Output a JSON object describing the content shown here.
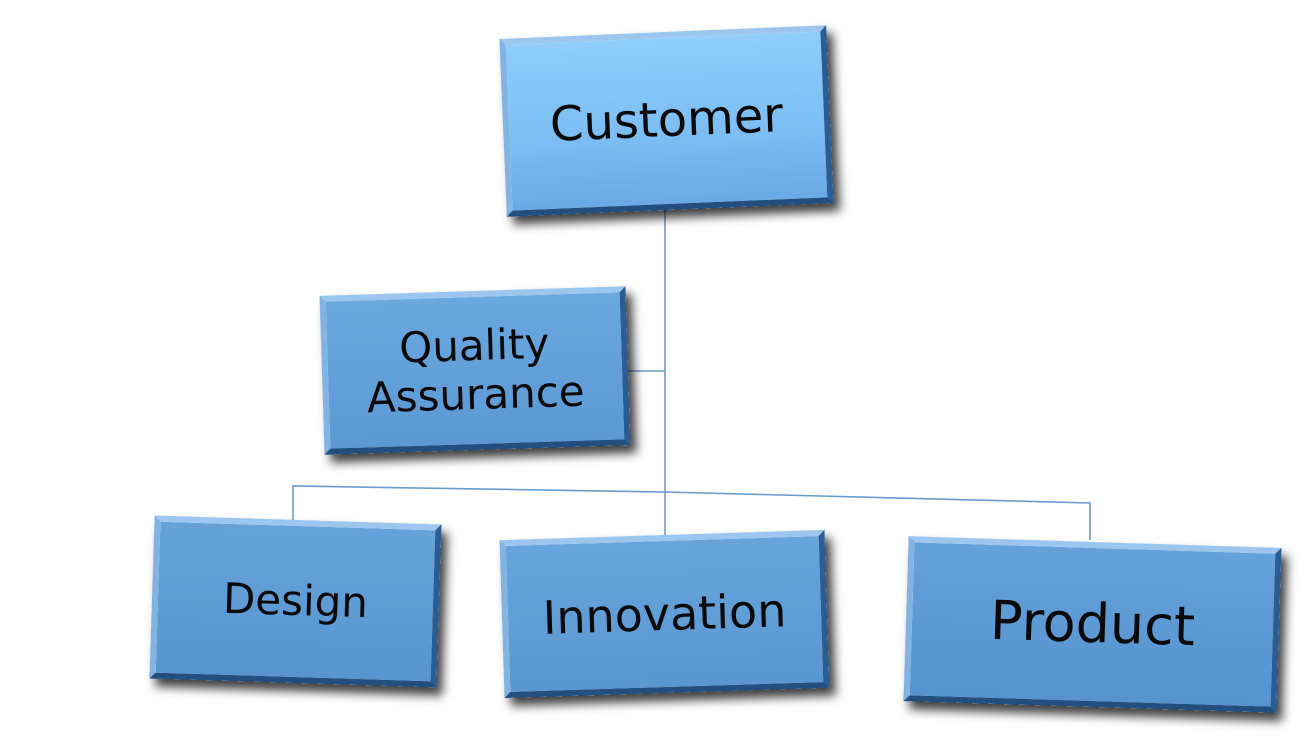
{
  "diagram": {
    "type": "org-chart",
    "nodes": {
      "customer": "Customer",
      "quality_assurance": [
        "Quality",
        "Assurance"
      ],
      "design": "Design",
      "innovation": "Innovation",
      "product": "Product"
    },
    "edges": [
      [
        "Customer",
        "Quality Assurance"
      ],
      [
        "Customer",
        "Design"
      ],
      [
        "Customer",
        "Innovation"
      ],
      [
        "Customer",
        "Product"
      ]
    ]
  },
  "colors": {
    "box_fill_top": "#8fcdfa",
    "box_fill": "#5c98d4",
    "connector": "#6a9ccf"
  }
}
